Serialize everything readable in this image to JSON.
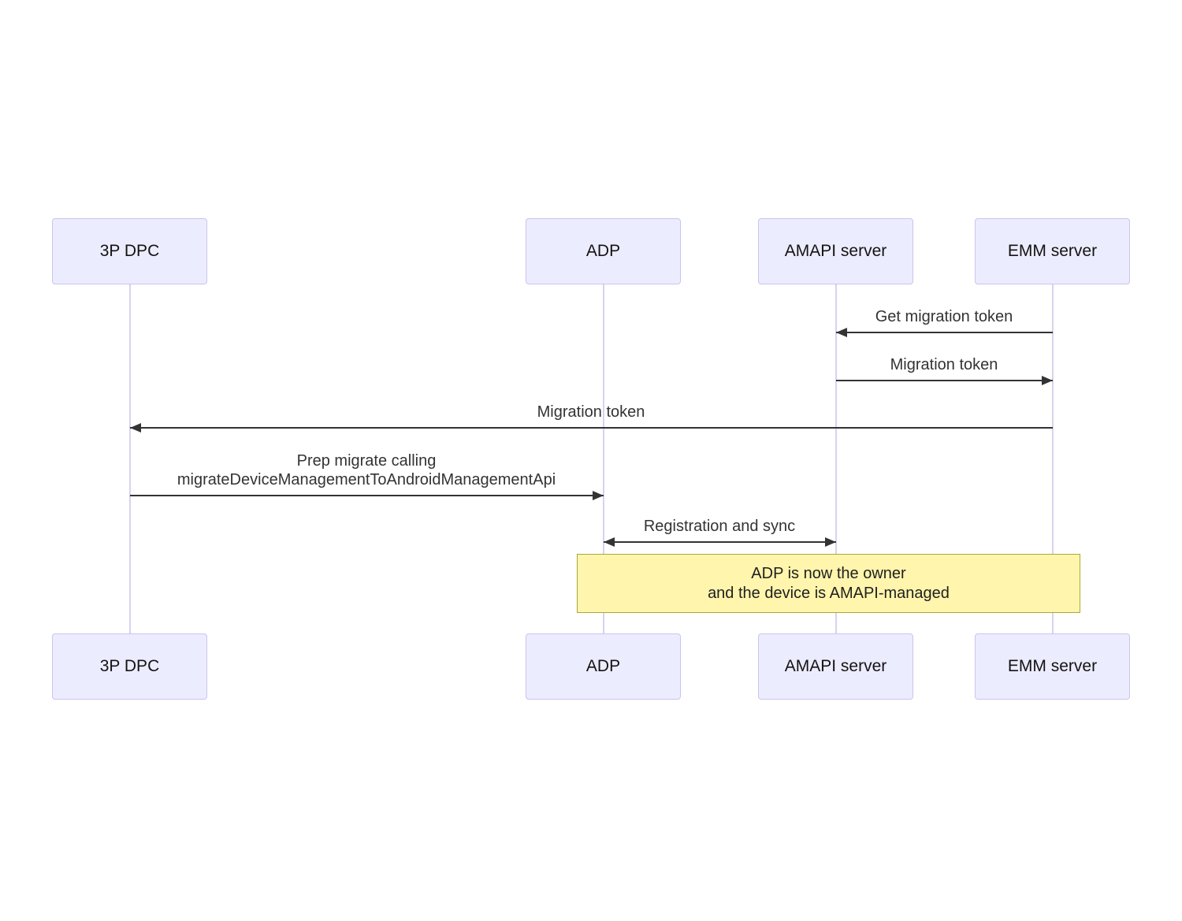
{
  "diagram": {
    "type": "sequence",
    "actors": [
      {
        "name": "3P DPC"
      },
      {
        "name": "ADP"
      },
      {
        "name": "AMAPI server"
      },
      {
        "name": "EMM server"
      }
    ],
    "messages": [
      {
        "text": "Get migration token",
        "from": "EMM server",
        "to": "AMAPI server",
        "arrow": "left"
      },
      {
        "text": "Migration token",
        "from": "AMAPI server",
        "to": "EMM server",
        "arrow": "right"
      },
      {
        "text": "Migration token",
        "from": "EMM server",
        "to": "3P DPC",
        "arrow": "left"
      },
      {
        "text_line1": "Prep migrate calling",
        "text_line2": "migrateDeviceManagementToAndroidManagementApi",
        "from": "3P DPC",
        "to": "ADP",
        "arrow": "right"
      },
      {
        "text": "Registration and sync",
        "from": "ADP",
        "to": "AMAPI server",
        "arrow": "both"
      }
    ],
    "note": {
      "line1": "ADP is now the owner",
      "line2": "and the device is AMAPI-managed",
      "over": "ADP, EMM server"
    },
    "colors": {
      "actor_fill": "#ECECFF",
      "actor_border": "#C9C4EC",
      "lifeline": "#D7D2F0",
      "arrow": "#333333",
      "message_text": "#333333",
      "note_fill": "#FFF5AD",
      "note_border": "#AAAA33",
      "background": "#FFFFFF"
    }
  }
}
